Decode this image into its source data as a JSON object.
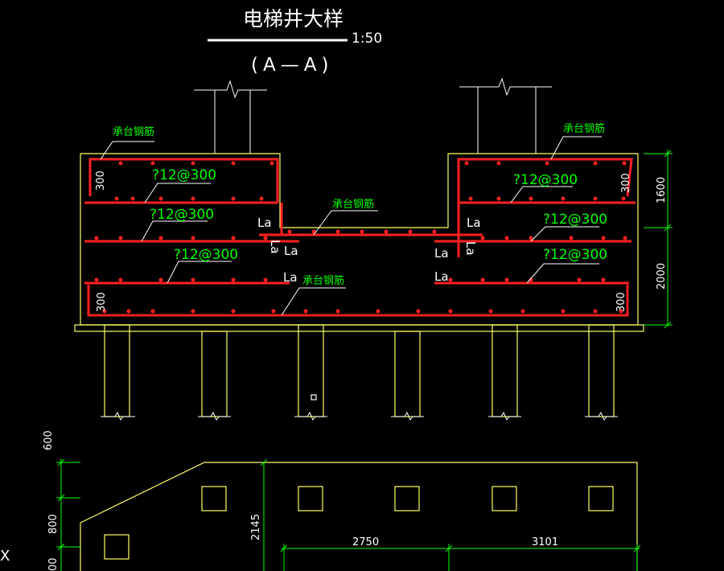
{
  "drawing": {
    "title": "电梯井大样",
    "scale": "1:50",
    "section": "(A—A)",
    "rebar_label": "承台钢筋",
    "spec": "?12@300",
    "lap": "La",
    "cover": "300",
    "dims_right": [
      "1600",
      "2000"
    ],
    "dims_lower_left": [
      "600",
      "800",
      "00"
    ],
    "dims_lower": [
      "2145",
      "2750",
      "3101"
    ],
    "edge_mark": "X",
    "colors": {
      "background": "#000000",
      "outline": "#ffff66",
      "rebar": "#ff2020",
      "label": "#00ff00",
      "text": "#ffffff",
      "dimension": "#00ff00"
    }
  }
}
